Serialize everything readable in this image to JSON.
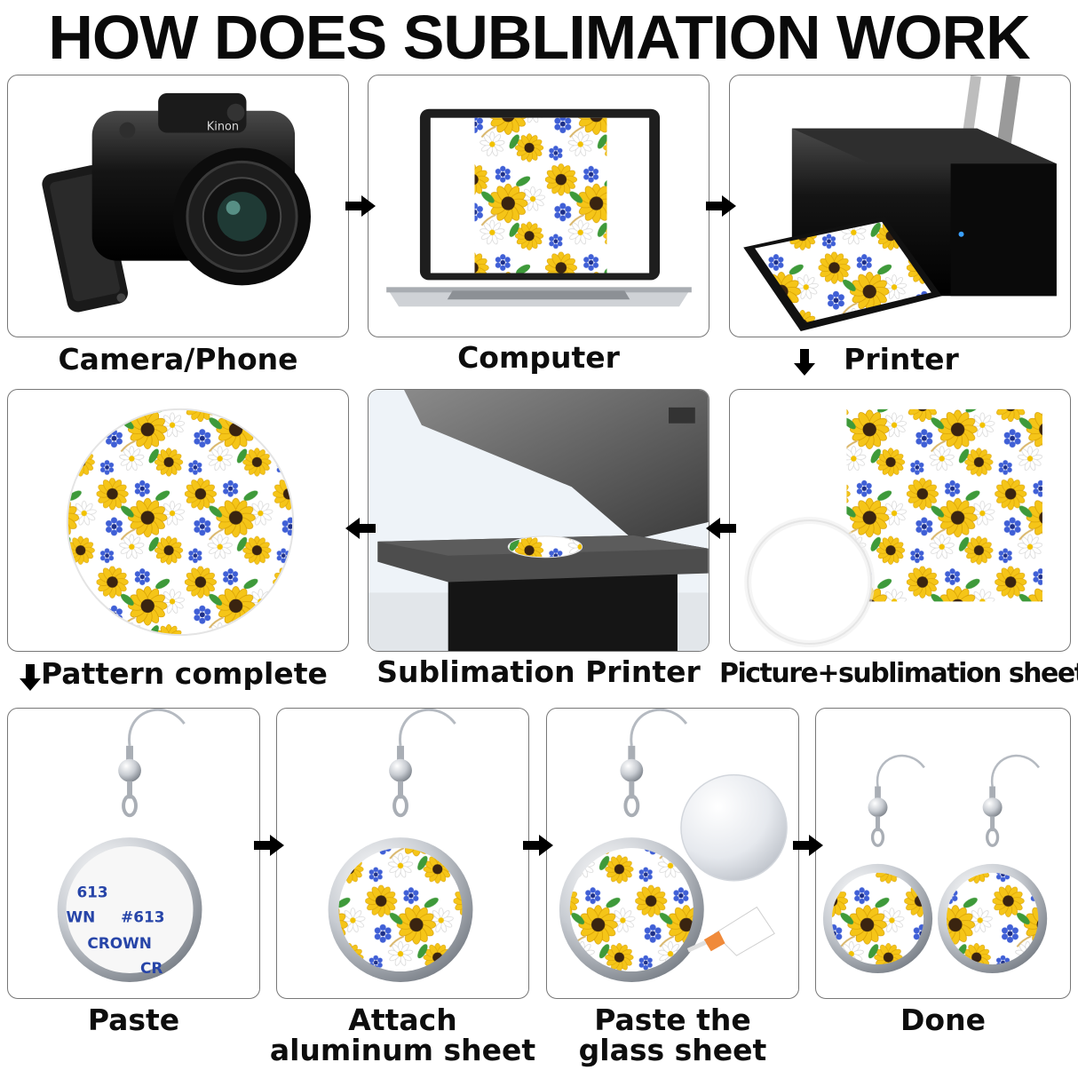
{
  "title": "HOW DOES SUBLIMATION WORK",
  "steps": {
    "camera": "Camera/Phone",
    "computer": "Computer",
    "printer": "Printer",
    "pattern": "Pattern complete",
    "press": "Sublimation Printer",
    "sheet": "Picture+sublimation sheet",
    "paste": "Paste",
    "attach": "Attach aluminum sheet",
    "glass": "Paste the glass sheet",
    "done": "Done"
  },
  "camera_brand": "Kinon",
  "sheet_texts": [
    "613",
    "WN",
    "#613",
    "CROWN",
    "CR"
  ]
}
